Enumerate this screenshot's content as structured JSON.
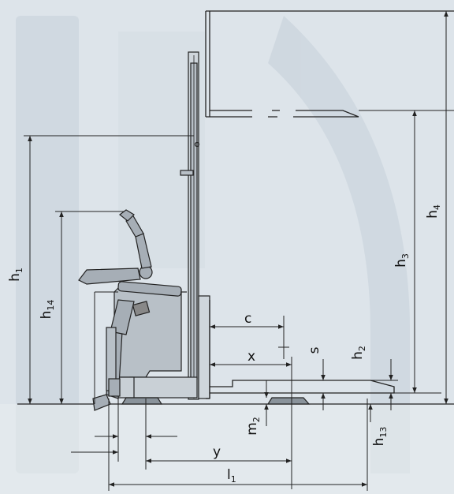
{
  "colors": {
    "background": "#dde4ea",
    "watermark": "#c5cfd8",
    "ground": "#e8ecef",
    "line": "#222222",
    "machine_fill": "#b8c0c7",
    "operator_fill": "#a6aeb6"
  },
  "dimensions": {
    "h1": {
      "main": "h",
      "sub": "1"
    },
    "h14": {
      "main": "h",
      "sub": "14"
    },
    "h3": {
      "main": "h",
      "sub": "3"
    },
    "h4": {
      "main": "h",
      "sub": "4"
    },
    "h2": {
      "main": "h",
      "sub": "2"
    },
    "h13": {
      "main": "h",
      "sub": "13"
    },
    "m2": {
      "main": "m",
      "sub": "2"
    },
    "c": {
      "main": "c",
      "sub": ""
    },
    "x": {
      "main": "x",
      "sub": ""
    },
    "s": {
      "main": "s",
      "sub": ""
    },
    "y": {
      "main": "y",
      "sub": ""
    },
    "l1": {
      "main": "l",
      "sub": "1"
    }
  }
}
